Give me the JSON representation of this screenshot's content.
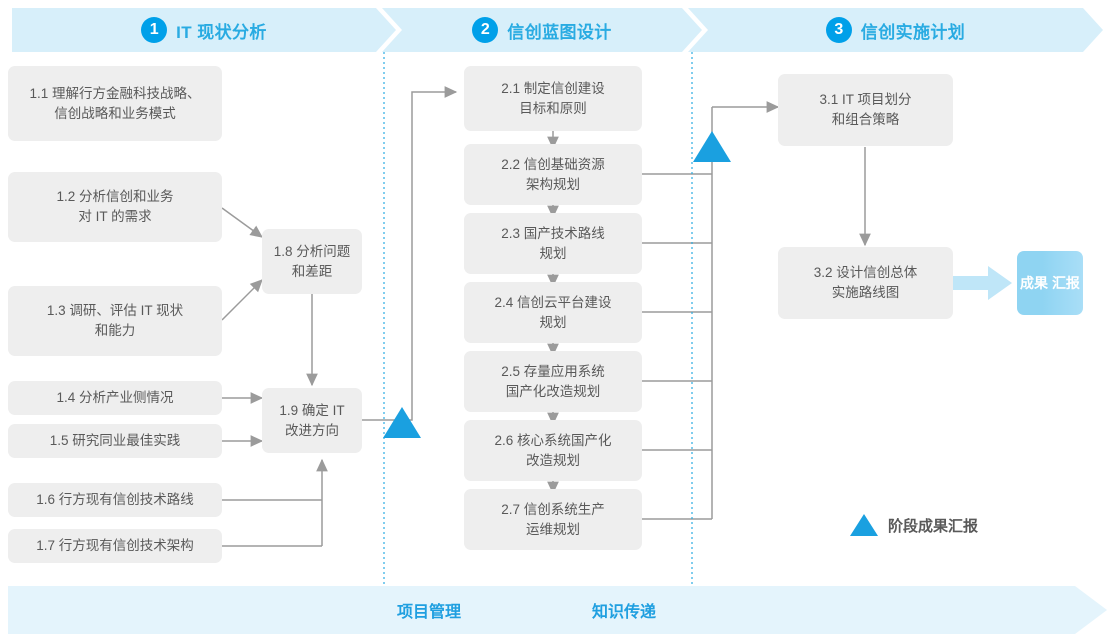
{
  "colors": {
    "accent": "#29abe2",
    "num_circle": "#00a0e9",
    "box_fill": "#eeeeee",
    "box_text": "#595959",
    "header_fill": "#d7effa",
    "banner_fill": "#e4f4fc",
    "triangle": "#1aa0e0",
    "chip_fill": "#8fd4f2",
    "wire": "#8c8c8c",
    "divider": "#29abe2"
  },
  "phases": [
    {
      "number": "1",
      "label": "IT 现状分析"
    },
    {
      "number": "2",
      "label": "信创蓝图设计"
    },
    {
      "number": "3",
      "label": "信创实施计划"
    }
  ],
  "phase1_tasks": [
    {
      "id": "1.1",
      "text_lines": [
        "1.1 理解行方金融科技战略、",
        "信创战略和业务模式"
      ]
    },
    {
      "id": "1.2",
      "text_lines": [
        "1.2 分析信创和业务",
        "对 IT 的需求"
      ]
    },
    {
      "id": "1.3",
      "text_lines": [
        "1.3 调研、评估 IT 现状",
        "和能力"
      ]
    },
    {
      "id": "1.4",
      "text_lines": [
        "1.4 分析产业侧情况"
      ]
    },
    {
      "id": "1.5",
      "text_lines": [
        "1.5 研究同业最佳实践"
      ]
    },
    {
      "id": "1.6",
      "text_lines": [
        "1.6 行方现有信创技术路线"
      ]
    },
    {
      "id": "1.7",
      "text_lines": [
        "1.7 行方现有信创技术架构"
      ]
    },
    {
      "id": "1.8",
      "text_lines": [
        "1.8 分析问题",
        "和差距"
      ]
    },
    {
      "id": "1.9",
      "text_lines": [
        "1.9 确定 IT",
        "改进方向"
      ]
    }
  ],
  "phase2_tasks": [
    {
      "id": "2.1",
      "text_lines": [
        "2.1 制定信创建设",
        "目标和原则"
      ]
    },
    {
      "id": "2.2",
      "text_lines": [
        "2.2 信创基础资源",
        "架构规划"
      ]
    },
    {
      "id": "2.3",
      "text_lines": [
        "2.3 国产技术路线",
        "规划"
      ]
    },
    {
      "id": "2.4",
      "text_lines": [
        "2.4 信创云平台建设",
        "规划"
      ]
    },
    {
      "id": "2.5",
      "text_lines": [
        "2.5 存量应用系统",
        "国产化改造规划"
      ]
    },
    {
      "id": "2.6",
      "text_lines": [
        "2.6 核心系统国产化",
        "改造规划"
      ]
    },
    {
      "id": "2.7",
      "text_lines": [
        "2.7 信创系统生产",
        "运维规划"
      ]
    }
  ],
  "phase3_tasks": [
    {
      "id": "3.1",
      "text_lines": [
        "3.1 IT 项目划分",
        "和组合策略"
      ]
    },
    {
      "id": "3.2",
      "text_lines": [
        "3.2 设计信创总体",
        "实施路线图"
      ]
    }
  ],
  "result_chip": {
    "text_lines": [
      "成果",
      "汇报"
    ]
  },
  "legend": {
    "icon": "triangle-icon",
    "text": "阶段成果汇报"
  },
  "banner": {
    "labels": [
      "项目管理",
      "知识传递"
    ]
  }
}
